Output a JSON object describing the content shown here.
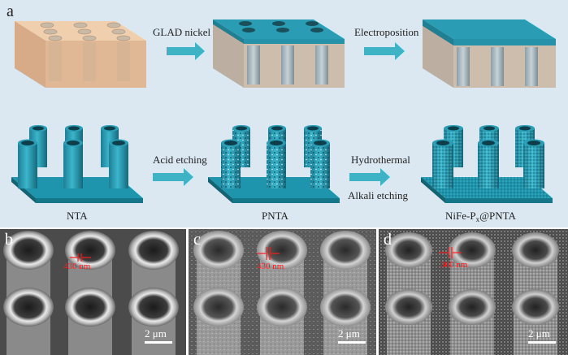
{
  "panels": {
    "a": {
      "letter": "a"
    },
    "b": {
      "letter": "b",
      "measure": "430 nm",
      "scale": "2 μm"
    },
    "c": {
      "letter": "c",
      "measure": "430 nm",
      "scale": "2 μm"
    },
    "d": {
      "letter": "d",
      "measure": "300 nm",
      "scale": "2 μm"
    }
  },
  "steps": {
    "glad": "GLAD nickel",
    "electrodeposition": "Electroposition",
    "acid_etching": "Acid etching",
    "hydrothermal": "Hydrothermal",
    "alkali_etching": "Alkali etching"
  },
  "labels": {
    "nta": "NTA",
    "pnta": "PNTA",
    "product_prefix": "NiFe-P",
    "product_subscript": "x",
    "product_suffix": "@PNTA"
  },
  "colors": {
    "schematic_bg": "#dbe8f1",
    "template": "#e2b590",
    "nickel": "#2a9db5",
    "arrow": "#3fb3c6",
    "measure": "#ff1a1a",
    "scalebar": "#ffffff"
  }
}
